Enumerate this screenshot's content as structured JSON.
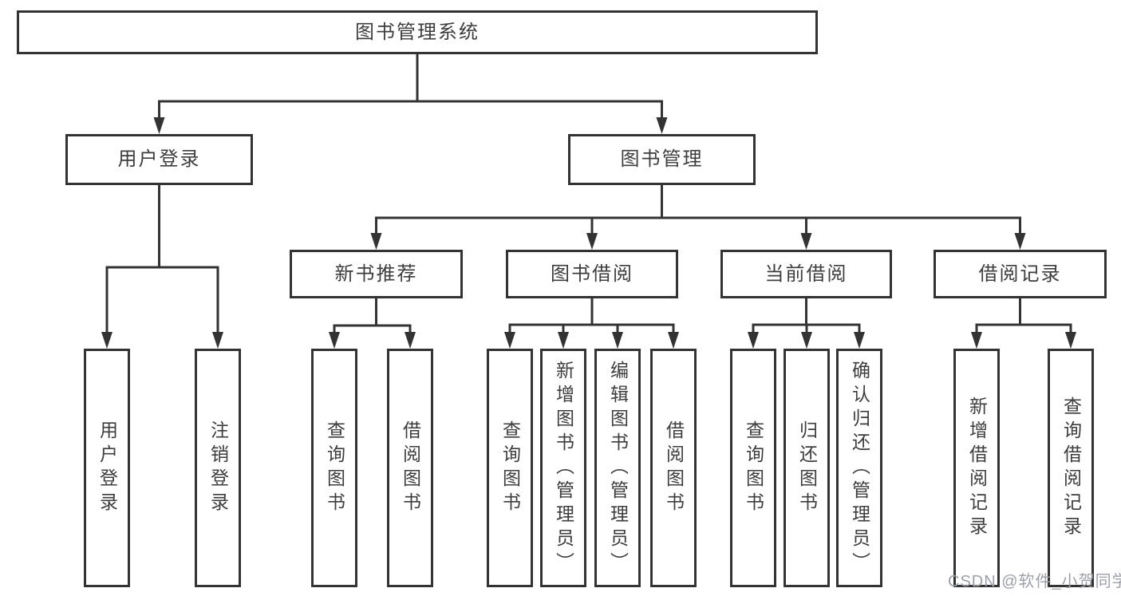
{
  "diagram": {
    "title": "图书管理系统",
    "root": {
      "label": "图书管理系统"
    },
    "level2": [
      {
        "label": "用户登录"
      },
      {
        "label": "图书管理"
      }
    ],
    "level3": [
      {
        "label": "新书推荐"
      },
      {
        "label": "图书借阅"
      },
      {
        "label": "当前借阅"
      },
      {
        "label": "借阅记录"
      }
    ],
    "leaves": {
      "user_login": [
        "用户登录",
        "注销登录"
      ],
      "new_book": [
        "查询图书",
        "借阅图书"
      ],
      "book_borrow": [
        "查询图书",
        "新增图书（管理员）",
        "编辑图书（管理员）",
        "借阅图书"
      ],
      "current_borrow": [
        "查询图书",
        "归还图书",
        "确认归还（管理员）"
      ],
      "borrow_record": [
        "新增借阅记录",
        "查询借阅记录"
      ]
    }
  },
  "watermark": "CSDN @软件_小贺同学",
  "colors": {
    "line": "#333333",
    "text": "#3d3d3d",
    "watermark": "#9ba0a9",
    "background": "#ffffff"
  }
}
